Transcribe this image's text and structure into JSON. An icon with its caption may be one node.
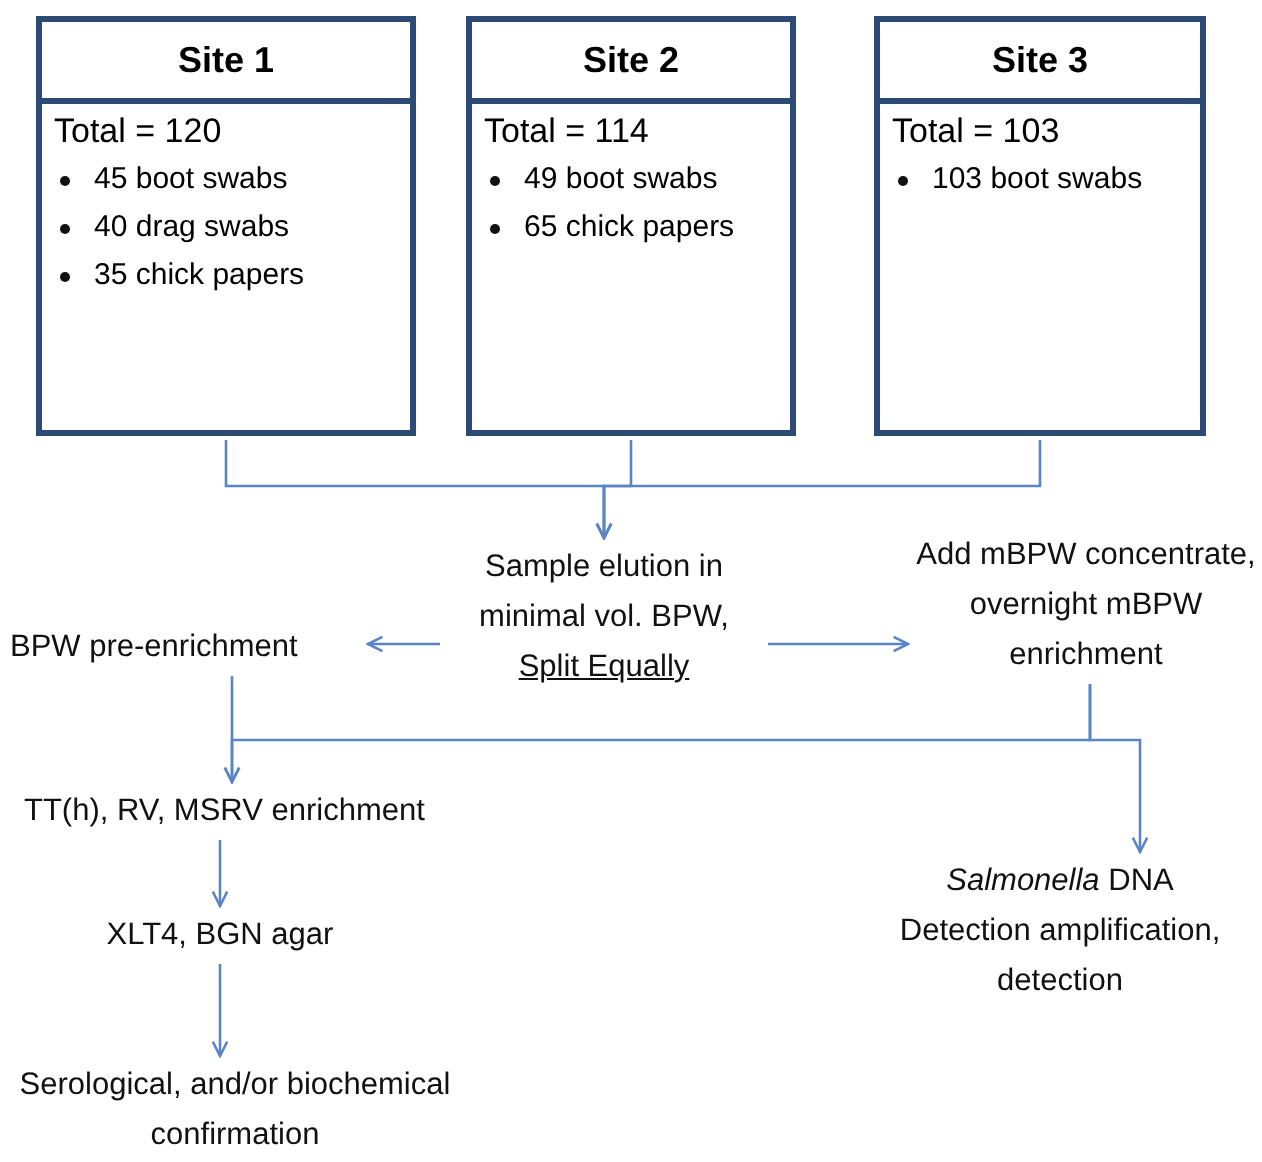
{
  "diagram": {
    "nodes": [
      {
        "text": [
          "Site 1",
          "Total = 120",
          "45 boot swabs",
          "40 drag swabs",
          "35 chick papers"
        ]
      },
      {
        "text": [
          "Site 2",
          "Total = 114",
          "49 boot swabs",
          "65 chick papers"
        ]
      },
      {
        "text": [
          "Site 3",
          "Total = 103",
          "103 boot swabs"
        ]
      },
      {
        "text": [
          "Sample elution in minimal vol. BPW,",
          "Split Equally"
        ]
      },
      {
        "text": [
          "BPW pre-enrichment"
        ]
      },
      {
        "text": [
          "Add mBPW concentrate, overnight mBPW enrichment"
        ]
      },
      {
        "text": [
          "TT(h), RV, MSRV enrichment"
        ]
      },
      {
        "text": [
          "XLT4, BGN agar"
        ]
      },
      {
        "text": [
          "Serological, and/or biochemical confirmation"
        ]
      },
      {
        "text": [
          "*Salmonella* DNA Detection amplification, detection"
        ]
      }
    ],
    "edges": [
      {
        "from": 0,
        "to": 3,
        "arrow": "to"
      },
      {
        "from": 1,
        "to": 3,
        "arrow": "to"
      },
      {
        "from": 2,
        "to": 3,
        "arrow": "to"
      },
      {
        "from": 3,
        "to": 4,
        "arrow": "to"
      },
      {
        "from": 3,
        "to": 5,
        "arrow": "to"
      },
      {
        "from": 4,
        "to": 6,
        "arrow": "to"
      },
      {
        "from": 5,
        "to": 6,
        "arrow": "to"
      },
      {
        "from": 5,
        "to": 9,
        "arrow": "to"
      },
      {
        "from": 6,
        "to": 7,
        "arrow": "to"
      },
      {
        "from": 7,
        "to": 8,
        "arrow": "to"
      }
    ]
  }
}
